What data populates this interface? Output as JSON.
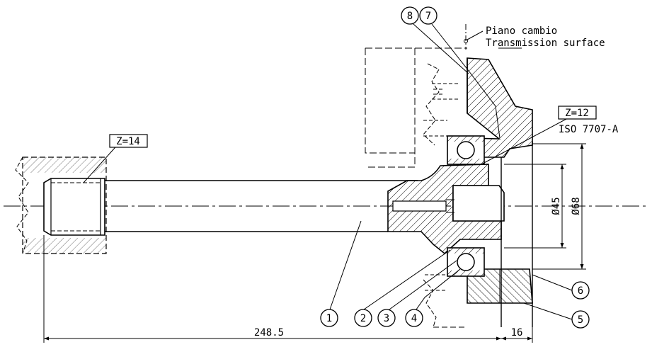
{
  "callouts": {
    "one": "1",
    "two": "2",
    "three": "3",
    "four": "4",
    "five": "5",
    "six": "6",
    "seven": "7",
    "eight": "8"
  },
  "annotations": {
    "plane_it": "Piano cambio",
    "plane_en": "Transmission surface",
    "z_left": "Z=14",
    "z_right": "Z=12",
    "iso": "ISO 7707-A"
  },
  "dimensions": {
    "length": "248.5",
    "offset": "16",
    "dia_inner": "Ø45",
    "dia_outer": "Ø68"
  }
}
